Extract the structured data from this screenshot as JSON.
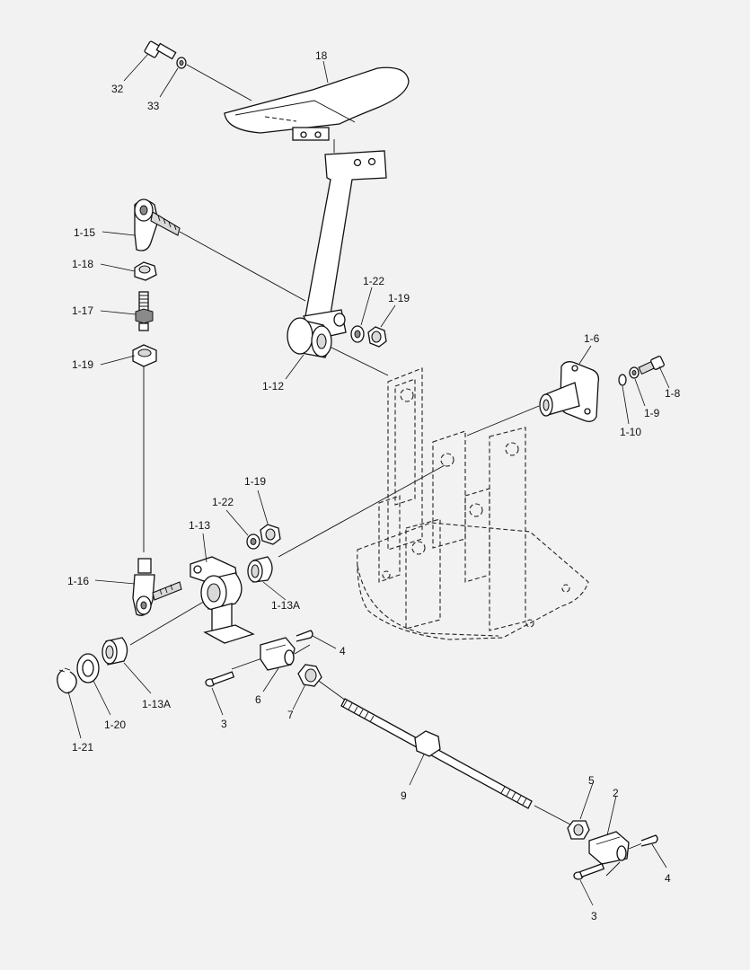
{
  "callouts": {
    "c32": "32",
    "c33": "33",
    "c18": "18",
    "c1_15": "1-15",
    "c1_18": "1-18",
    "c1_17": "1-17",
    "c1_19a": "1-19",
    "c1_22a": "1-22",
    "c1_19b": "1-19",
    "c1_12": "1-12",
    "c1_6": "1-6",
    "c1_8": "1-8",
    "c1_9": "1-9",
    "c1_10": "1-10",
    "c1_19c": "1-19",
    "c1_22b": "1-22",
    "c1_13": "1-13",
    "c1_16": "1-16",
    "c1_13a_top": "1-13A",
    "c1_13a_bottom": "1-13A",
    "c4a": "4",
    "c6": "6",
    "c3a": "3",
    "c7": "7",
    "c1_20": "1-20",
    "c1_21": "1-21",
    "c9": "9",
    "c5": "5",
    "c2": "2",
    "c4b": "4",
    "c3b": "3"
  }
}
